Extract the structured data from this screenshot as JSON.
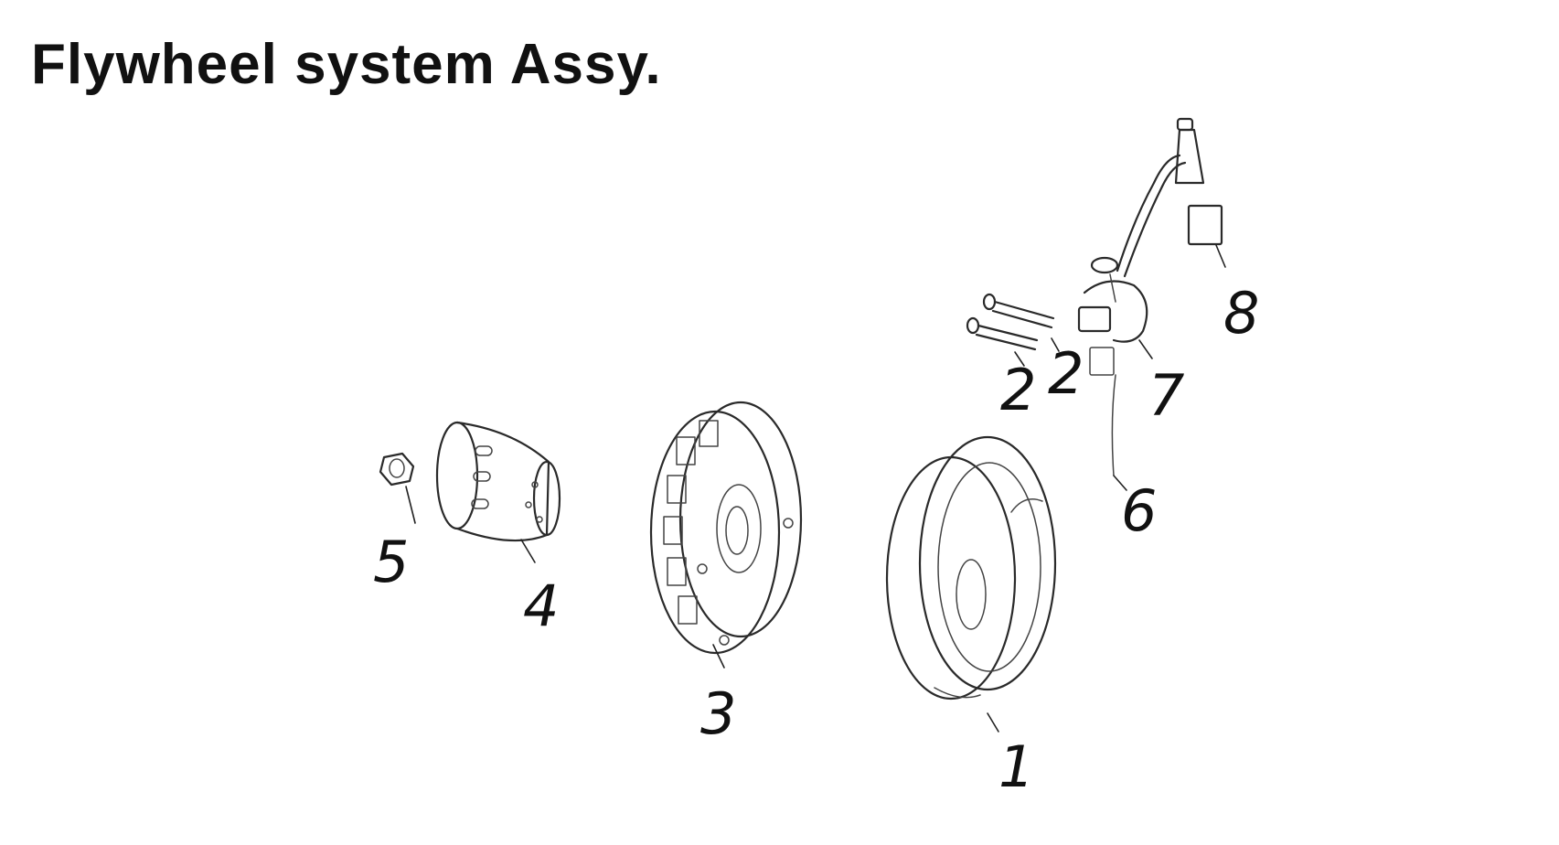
{
  "title": "Flywheel system Assy.",
  "callouts": {
    "c1": "1",
    "c2a": "2",
    "c2b": "2",
    "c3": "3",
    "c4": "4",
    "c5": "5",
    "c6": "6",
    "c7": "7",
    "c8": "8"
  },
  "colors": {
    "ink": "#111111",
    "background": "#ffffff"
  }
}
